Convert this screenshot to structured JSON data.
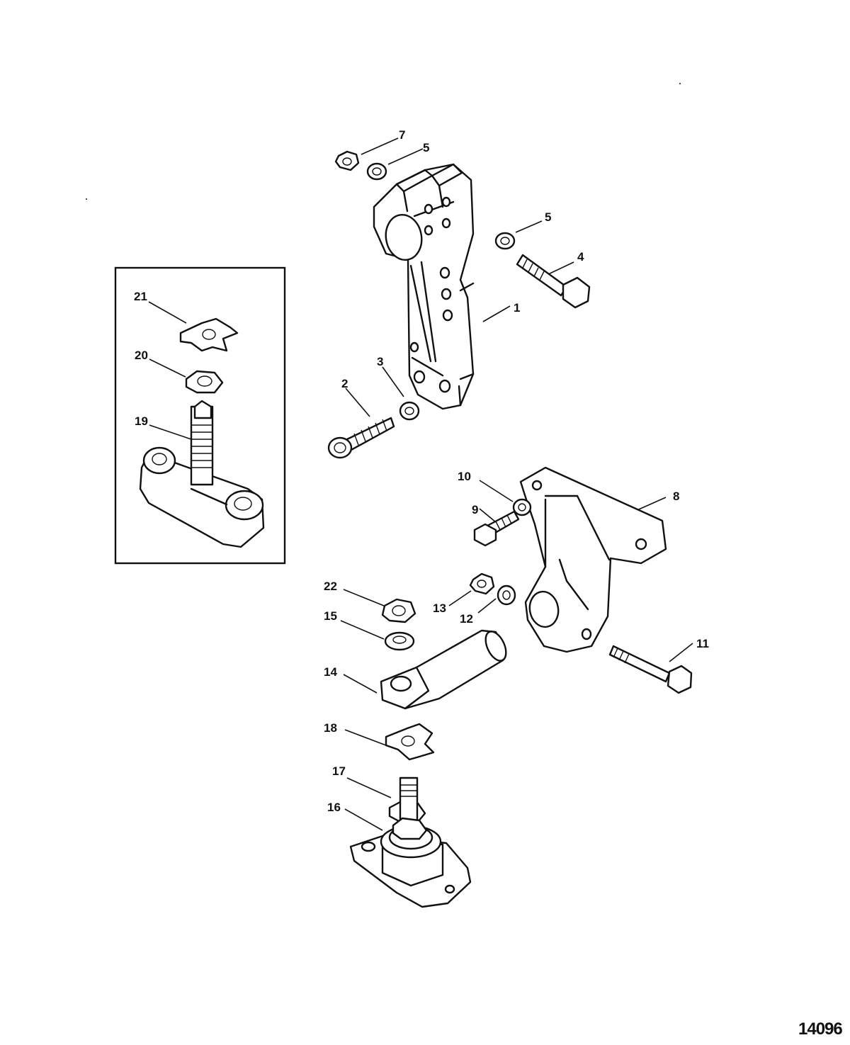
{
  "figure_id": "14096",
  "callouts": {
    "c1": "1",
    "c2": "2",
    "c3": "3",
    "c4": "4",
    "c5a": "5",
    "c5b": "5",
    "c7": "7",
    "c8": "8",
    "c9": "9",
    "c10": "10",
    "c11": "11",
    "c12": "12",
    "c13": "13",
    "c14": "14",
    "c15": "15",
    "c16": "16",
    "c17": "17",
    "c18": "18",
    "c19": "19",
    "c20": "20",
    "c21": "21",
    "c22": "22"
  }
}
